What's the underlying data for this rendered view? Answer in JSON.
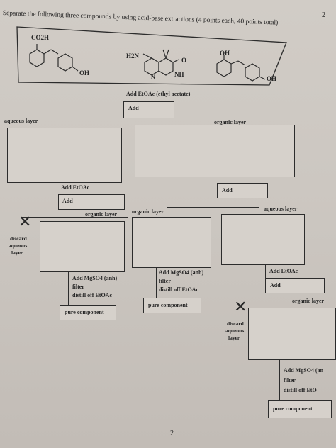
{
  "header": {
    "title": "Separate the following three compounds by using acid-base extractions (4 points each, 40 points total)",
    "page_number": "2"
  },
  "compounds": {
    "c1_label": "CO2H",
    "c1_oh": "OH",
    "c2_nh2": "H2N",
    "c2_o": "O",
    "c2_nh": "NH",
    "c2_n": "N",
    "c3_oh_top": "OH",
    "c3_oh": "OH"
  },
  "flow": {
    "add_etoac_ethyl": "Add EtOAc (ethyl acetate)",
    "add": "Add",
    "aqueous_layer": "aqueous layer",
    "organic_layer": "organic layer",
    "left": {
      "add_etoac": "Add EtOAc",
      "add": "Add",
      "organic_layer": "organic layer",
      "discard": "discard",
      "aqueous": "aqueous",
      "layer": "layer",
      "mgso4": "Add MgSO4 (anh)",
      "filter": "filter",
      "distill": "distill off EtOAc",
      "pure": "pure component"
    },
    "right": {
      "add": "Add",
      "organic_layer": "organic layer",
      "aqueous_layer": "aqueous layer",
      "mgso4": "Add MgSO4 (anh)",
      "filter": "filter",
      "distill": "distill off EtOAc",
      "pure": "pure component",
      "add_etoac": "Add EtOAc",
      "add2": "Add",
      "organic_layer2": "organic layer",
      "discard": "discard",
      "aqueous": "aqueous",
      "layer": "layer",
      "mgso4_2": "Add MgSO4 (an",
      "filter2": "filter",
      "distill2": "distill off EtO",
      "pure2": "pure component"
    }
  },
  "footer": {
    "page_number": "2"
  }
}
